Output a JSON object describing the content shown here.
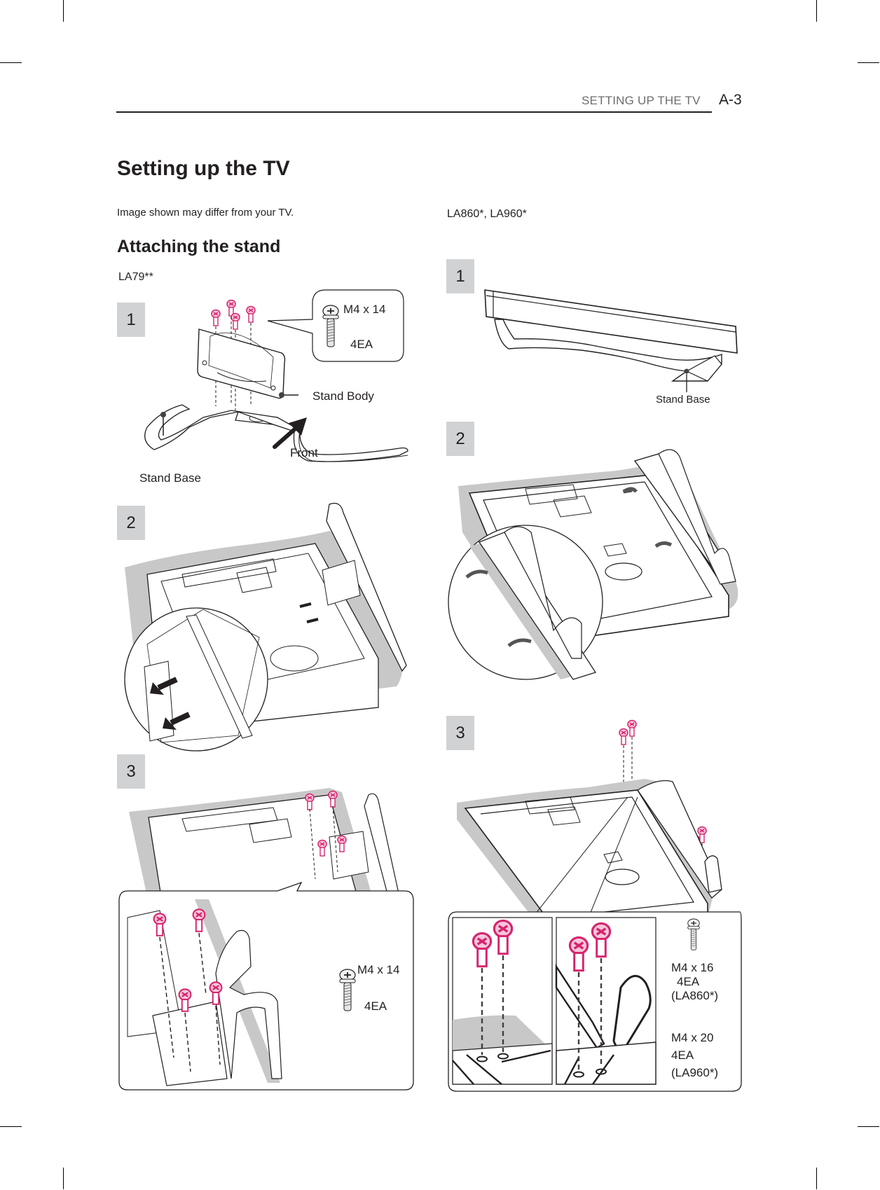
{
  "header": {
    "running_title": "SETTING UP THE TV",
    "page_number": "A-3"
  },
  "title": "Setting up the TV",
  "note": "Image shown may differ from your TV.",
  "section_title": "Attaching the stand",
  "left_column": {
    "model": "LA79**",
    "steps": [
      {
        "number": "1",
        "screw_callout": {
          "size": "M4 x 14",
          "quantity": "4EA"
        },
        "labels": {
          "stand_body": "Stand Body",
          "stand_base": "Stand Base",
          "front": "Front"
        }
      },
      {
        "number": "2"
      },
      {
        "number": "3",
        "screw_callout": {
          "size": "M4 x 14",
          "quantity": "4EA"
        }
      }
    ]
  },
  "right_column": {
    "model": "LA860*, LA960*",
    "steps": [
      {
        "number": "1",
        "labels": {
          "stand_base": "Stand Base"
        }
      },
      {
        "number": "2"
      },
      {
        "number": "3",
        "screw_options": [
          {
            "size": "M4 x 16",
            "quantity": "4EA",
            "model": "(LA860*)"
          },
          {
            "size": "M4 x 20",
            "quantity": "4EA",
            "model": "(LA960*)"
          }
        ]
      }
    ]
  },
  "colors": {
    "text": "#231f20",
    "running_head": "#6d6e71",
    "step_badge": "#d1d2d4",
    "screw_accent": "#d6246e",
    "shadow": "#c8c8c8"
  }
}
